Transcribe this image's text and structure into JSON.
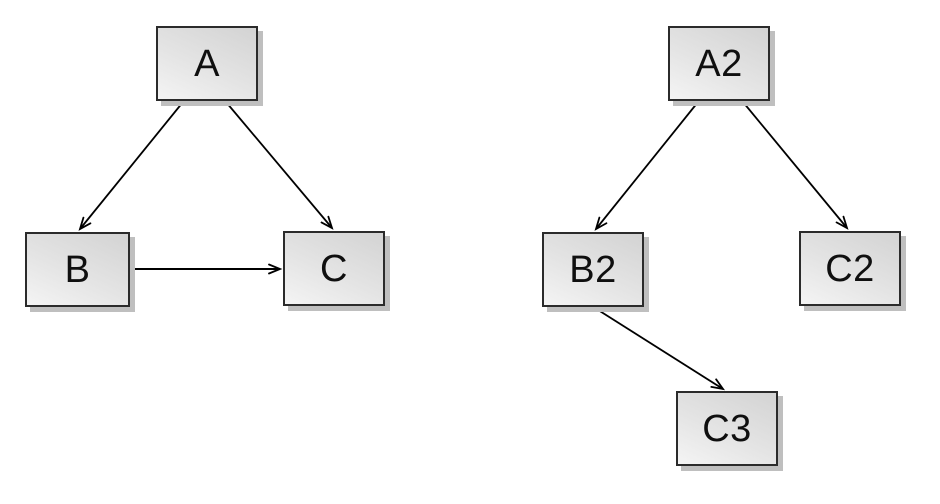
{
  "diagram": {
    "background_color": "#ffffff",
    "node_fill_dark": "#d3d3d3",
    "node_fill_light": "#f4f4f4",
    "node_border_color": "#2b2b2b",
    "node_shadow_color": "#bfbfbf",
    "edge_color": "#000000",
    "graphs": [
      {
        "name": "left-graph",
        "nodes": [
          {
            "id": "A",
            "label": "A"
          },
          {
            "id": "B",
            "label": "B"
          },
          {
            "id": "C",
            "label": "C"
          }
        ],
        "edges": [
          {
            "from": "A",
            "to": "B"
          },
          {
            "from": "A",
            "to": "C"
          },
          {
            "from": "B",
            "to": "C"
          }
        ]
      },
      {
        "name": "right-graph",
        "nodes": [
          {
            "id": "A2",
            "label": "A2"
          },
          {
            "id": "B2",
            "label": "B2"
          },
          {
            "id": "C2",
            "label": "C2"
          },
          {
            "id": "C3",
            "label": "C3"
          }
        ],
        "edges": [
          {
            "from": "A2",
            "to": "B2"
          },
          {
            "from": "A2",
            "to": "C2"
          },
          {
            "from": "B2",
            "to": "C3"
          }
        ]
      }
    ]
  }
}
